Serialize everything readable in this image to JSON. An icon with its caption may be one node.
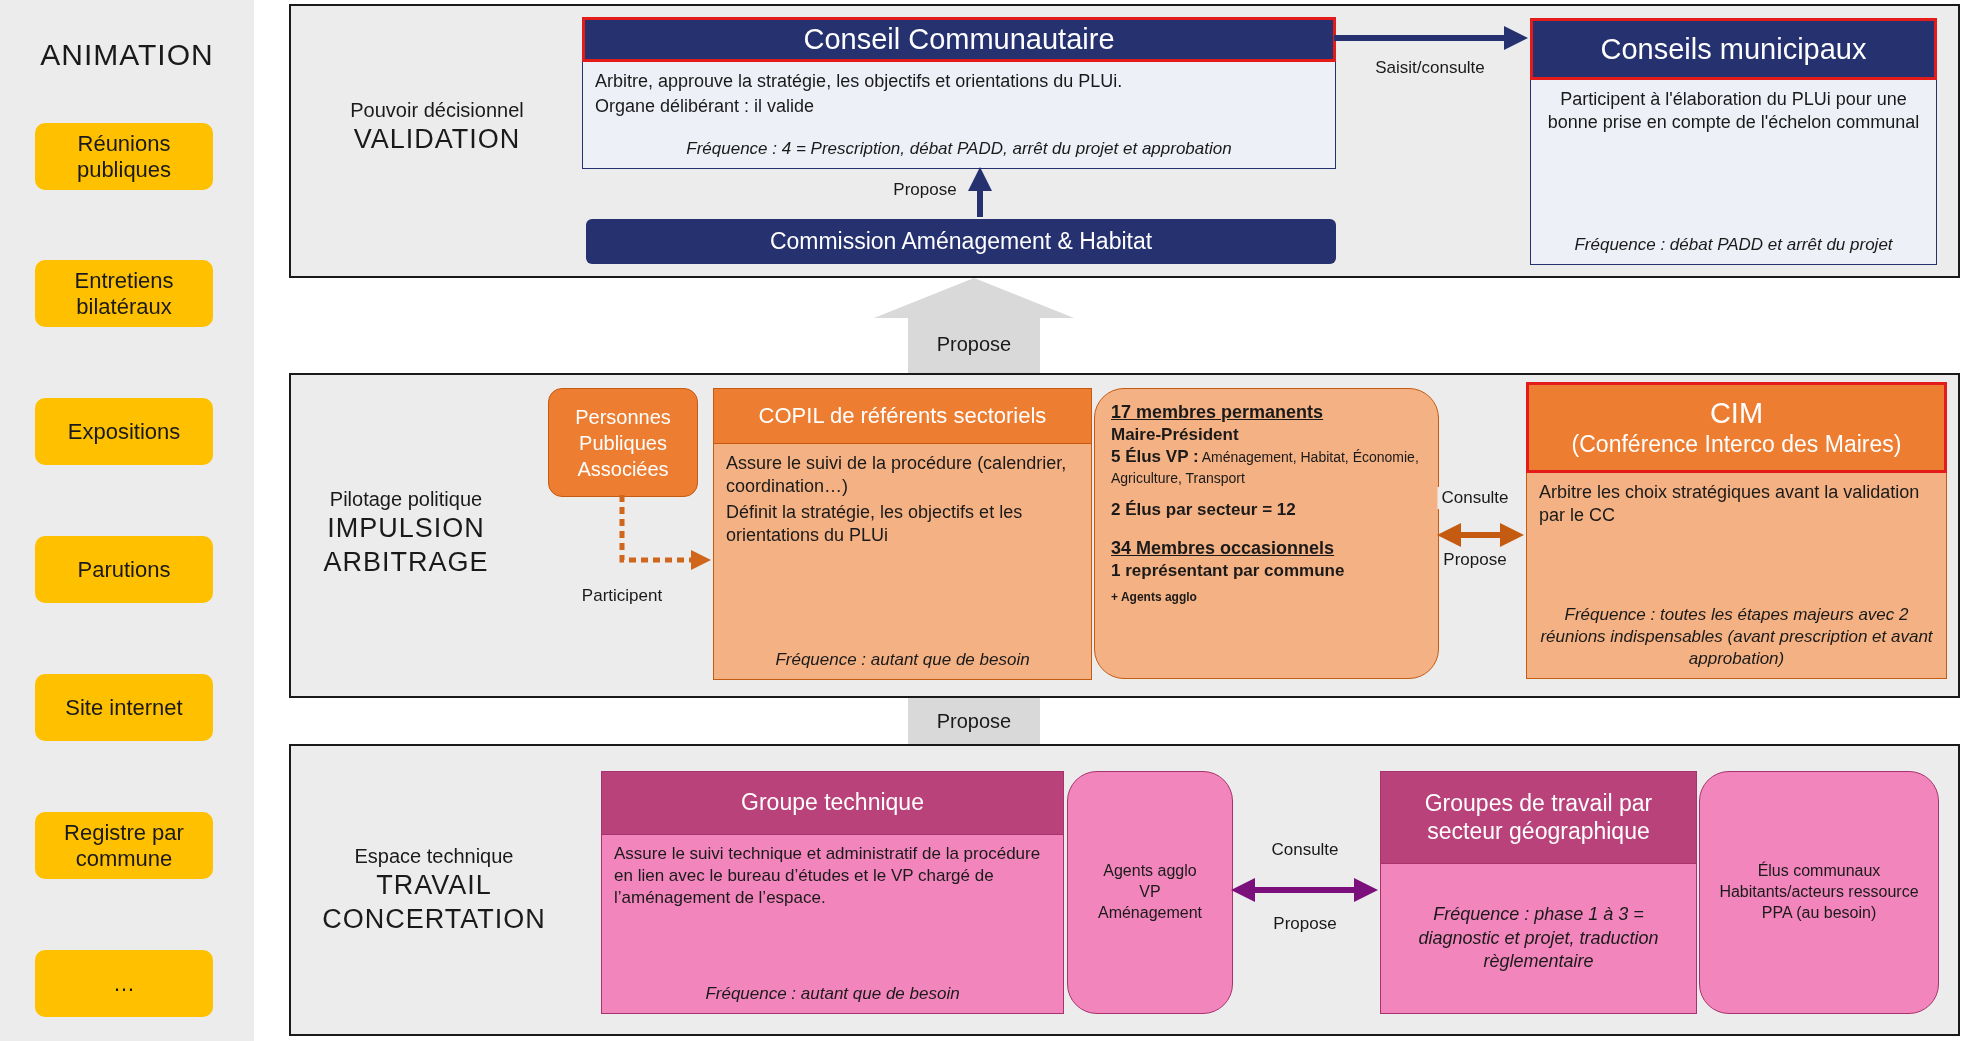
{
  "diagram": {
    "nodes": [
      {
        "text": [
          "ANIMATION"
        ]
      },
      {
        "text": [
          "Réunions publiques"
        ],
        "in": 0
      },
      {
        "text": [
          "Entretiens bilatéraux"
        ],
        "in": 0
      },
      {
        "text": [
          "Expositions"
        ],
        "in": 0
      },
      {
        "text": [
          "Parutions"
        ],
        "in": 0
      },
      {
        "text": [
          "Site internet"
        ],
        "in": 0
      },
      {
        "text": [
          "Registre par commune"
        ],
        "in": 0
      },
      {
        "text": [
          "…"
        ],
        "in": 0
      },
      {
        "text": [
          "Pouvoir décisionnel",
          "VALIDATION"
        ]
      },
      {
        "text": [
          "Conseil Communautaire",
          "Arbitre, approuve la stratégie, les objectifs et orientations du PLUi.",
          "Organe délibérant : il valide",
          "Fréquence : 4 = Prescription, débat PADD, arrêt du projet et approbation"
        ],
        "in": 8
      },
      {
        "text": [
          "Conseils municipaux",
          "Participent à l'élaboration du PLUi pour une bonne prise en compte de l'échelon communal",
          "Fréquence : débat PADD et arrêt du projet"
        ],
        "in": 8
      },
      {
        "text": [
          "Commission Aménagement & Habitat"
        ],
        "in": 8
      },
      {
        "text": [
          "Pilotage politique",
          "IMPULSION ARBITRAGE"
        ]
      },
      {
        "text": [
          "Personnes Publiques Associées"
        ],
        "in": 12
      },
      {
        "text": [
          "COPIL de référents sectoriels",
          "Assure le suivi de la procédure (calendrier, coordination…)",
          "Définit la stratégie, les objectifs et les orientations du PLUi",
          "Fréquence : autant que de besoin"
        ],
        "in": 12
      },
      {
        "text": [
          "17 membres permanents",
          "Maire-Président",
          "**5 Élus VP :** Aménagement, Habitat, Économie, Agriculture, Transport",
          "2 Élus par secteur = 12",
          "34 Membres occasionnels",
          "1 représentant par commune",
          "+ Agents agglo"
        ],
        "in": 12
      },
      {
        "text": [
          "CIM",
          "(Conférence Interco des Maires)",
          "Arbitre les choix stratégiques avant la validation par le CC",
          "Fréquence : toutes les étapes majeurs avec 2 réunions indispensables (avant prescription et avant approbation)"
        ],
        "in": 12
      },
      {
        "text": [
          "Espace technique",
          "TRAVAIL CONCERTATION"
        ]
      },
      {
        "text": [
          "Groupe technique",
          "Assure le suivi technique et administratif de la procédure en lien avec le bureau d’études et le VP chargé de l’aménagement de l’espace.",
          "Fréquence : autant que de besoin"
        ],
        "in": 17
      },
      {
        "text": [
          "Agents agglo",
          "VP",
          "Aménagement"
        ],
        "in": 17
      },
      {
        "text": [
          "Groupes de travail par secteur géographique",
          "Fréquence : phase 1 à 3 = diagnostic et projet, traduction règlementaire"
        ],
        "in": 17
      },
      {
        "text": [
          "Élus communaux",
          "Habitants/acteurs ressource",
          "PPA (au besoin)"
        ],
        "in": 17
      }
    ],
    "edges": [
      {
        "from": 9,
        "to": 10,
        "arrow": "to",
        "label": "Saisit/consulte",
        "color": "#263170"
      },
      {
        "from": 11,
        "to": 9,
        "arrow": "to",
        "label": "Propose",
        "color": "#263170"
      },
      {
        "from": 12,
        "to": 8,
        "arrow": "to",
        "label": "Propose",
        "style": "thick",
        "color": "#d9d9d9"
      },
      {
        "from": 17,
        "to": 12,
        "arrow": "none",
        "label": "Propose",
        "style": "thick",
        "color": "#d9d9d9"
      },
      {
        "from": 13,
        "to": 14,
        "arrow": "to",
        "label": "Participent",
        "style": "dashed",
        "color": "#d0651c"
      },
      {
        "from": 15,
        "to": 16,
        "arrow": "both",
        "label": "Consulte",
        "color": "#c55a11"
      },
      {
        "from": 19,
        "to": 20,
        "arrow": "both",
        "label": "Consulte",
        "color": "#7b0f7b"
      }
    ],
    "labels": [
      "Propose",
      "Propose"
    ]
  }
}
